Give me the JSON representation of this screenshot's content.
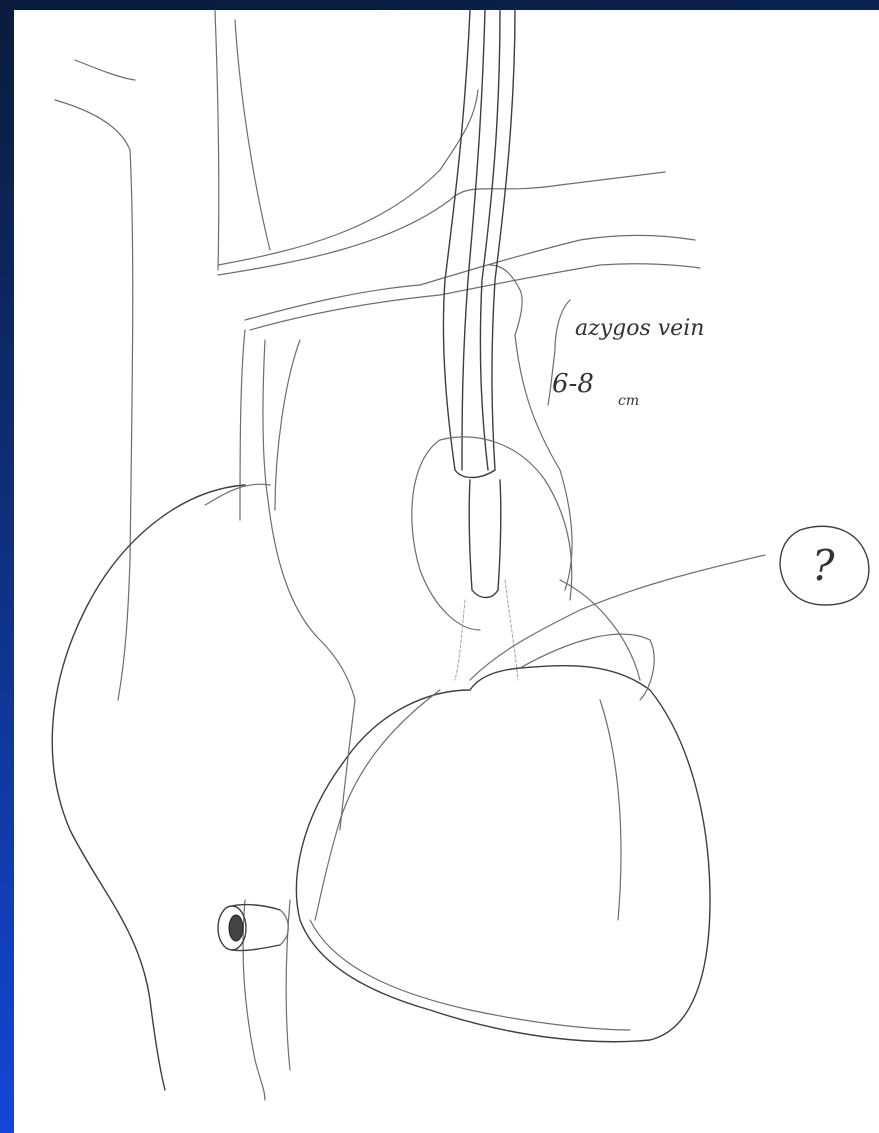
{
  "annotations": {
    "vein_label": "azygos vein",
    "size_main": "6-8",
    "size_unit": "cm",
    "question_mark": "?"
  },
  "colors": {
    "paper": "#ffffff",
    "pencil": "#6d6d6d",
    "left_edge_gradient": [
      "#0a1c3c",
      "#1446d8"
    ]
  }
}
